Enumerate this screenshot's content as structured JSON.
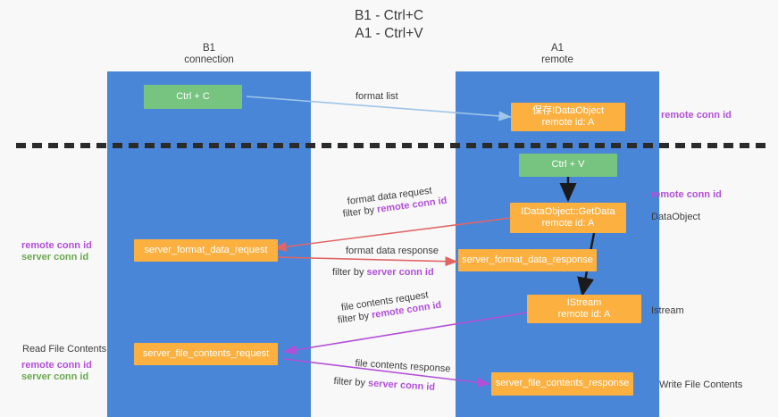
{
  "title": {
    "line1": "B1 - Ctrl+C",
    "line2": "A1 - Ctrl+V"
  },
  "lanes": [
    {
      "id": "b1",
      "line1": "B1",
      "line2": "connection",
      "color": "#4a86d8"
    },
    {
      "id": "a1",
      "line1": "A1",
      "line2": "remote",
      "color": "#4a86d8"
    }
  ],
  "nodes": {
    "ctrl_c": {
      "label": "Ctrl + C",
      "sub": "",
      "color": "green"
    },
    "idataobject": {
      "label": "保存IDataObject",
      "sub": "remote id: A",
      "color": "orange"
    },
    "ctrl_v": {
      "label": "Ctrl + V",
      "sub": "",
      "color": "green"
    },
    "getdata": {
      "label": "IDataObject::GetData",
      "sub": "remote id: A",
      "color": "orange"
    },
    "sfdreq": {
      "label": "server_format_data_request",
      "sub": "",
      "color": "orange"
    },
    "sfdres": {
      "label": "server_format_data_response",
      "sub": "",
      "color": "orange"
    },
    "istream": {
      "label": "IStream",
      "sub": "remote id: A",
      "color": "orange"
    },
    "sfcreq": {
      "label": "server_file_contents_request",
      "sub": "",
      "color": "orange"
    },
    "sfcres": {
      "label": "server_file_contents_response",
      "sub": "",
      "color": "orange"
    }
  },
  "edges": {
    "format_list": {
      "text": "format list",
      "color": "#9fc5e8"
    },
    "format_data_request": {
      "text": "format data request",
      "filter_prefix": "filter by ",
      "filter_key": "remote conn id",
      "color": "#e06666"
    },
    "format_data_response": {
      "text": "format data response",
      "filter_prefix": "filter by ",
      "filter_key": "server conn id",
      "color": "#e06666"
    },
    "file_contents_request": {
      "text": "file contents request",
      "filter_prefix": "filter by ",
      "filter_key": "remote conn id",
      "color": "#b14fd8"
    },
    "file_contents_response": {
      "text": "file contents response",
      "filter_prefix": "filter by ",
      "filter_key": "server conn id",
      "color": "#b14fd8"
    }
  },
  "right_labels": {
    "top_remote_conn_id": "remote conn id",
    "mid_remote_conn_id": "remote conn id",
    "dataobject": "DataObject",
    "istream": "Istream",
    "write_file_contents": "Write File Contents"
  },
  "left_labels": {
    "remote_conn_id_1": "remote conn id",
    "server_conn_id_1": "server conn id",
    "read_file_contents": "Read File Contents",
    "remote_conn_id_2": "remote conn id",
    "server_conn_id_2": "server conn id"
  },
  "colors": {
    "lane": "#4a86d8",
    "green_node": "#76c47f",
    "orange_node": "#fbb040",
    "purple": "#b14fd8",
    "green_text": "#6aa84f",
    "red_arrow": "#e06666",
    "blue_arrow": "#9fc5e8",
    "divider": "#2b2b2b",
    "background": "#f8f8f8"
  }
}
